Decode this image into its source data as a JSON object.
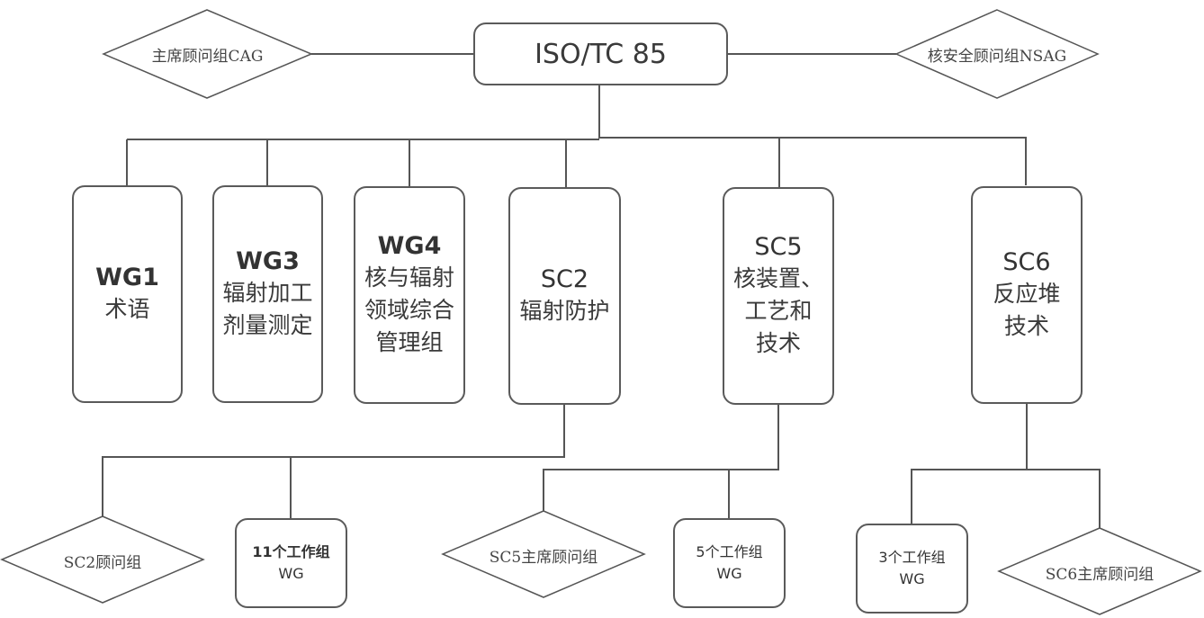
{
  "root": {
    "label": "ISO/TC 85"
  },
  "advisory_left": {
    "label": "主席顾问组CAG"
  },
  "advisory_right": {
    "label": "核安全顾问组NSAG"
  },
  "committees": [
    {
      "code": "WG1",
      "desc": [
        "术语"
      ]
    },
    {
      "code": "WG3",
      "desc": [
        "辐射加工",
        "剂量测定"
      ]
    },
    {
      "code": "WG4",
      "desc": [
        "核与辐射",
        "领域综合",
        "管理组"
      ]
    },
    {
      "code": "SC2",
      "desc": [
        "辐射防护"
      ]
    },
    {
      "code": "SC5",
      "desc": [
        "核装置、",
        "工艺和",
        "技术"
      ]
    },
    {
      "code": "SC6",
      "desc": [
        "反应堆",
        "技术"
      ]
    }
  ],
  "sub_groups": {
    "sc2": {
      "advisory": "SC2顾问组",
      "wg_line1": "11个工作组",
      "wg_line2": "WG"
    },
    "sc5": {
      "advisory": "SC5主席顾问组",
      "wg_line1": "5个工作组",
      "wg_line2": "WG"
    },
    "sc6": {
      "advisory": "SC6主席顾问组",
      "wg_line1": "3个工作组",
      "wg_line2": "WG"
    }
  }
}
